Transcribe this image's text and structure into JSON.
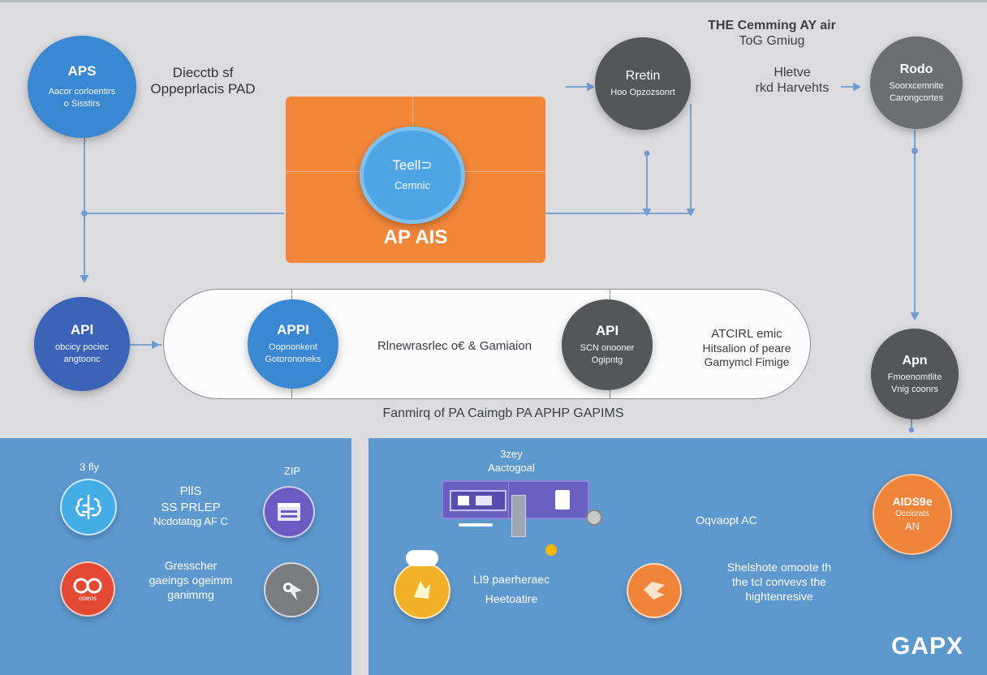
{
  "title": {
    "line1": "THE  Cemming AY air",
    "line2": "ToG Gmiug"
  },
  "top_left_label": {
    "line1": "Diecctb sf",
    "line2": "Oppeprlacis PAD"
  },
  "right_label": {
    "line1": "Hletve",
    "line2": "rkd Harvehts"
  },
  "nodes": {
    "aps": {
      "title": "APS",
      "sub1": "Aacor corloentirs",
      "sub2": "o Sisstirs",
      "color": "#3a87d2"
    },
    "center": {
      "title": "Teell⊃",
      "sub": "Cemnic",
      "caption": "AP AIS",
      "box_color": "#f2873a",
      "circle_color": "#4ea5e3"
    },
    "rretin": {
      "title": "Rretin",
      "sub": "Hoo Opzozsonrt",
      "color": "#545659"
    },
    "rodo": {
      "title": "Rodo",
      "sub1": "Soorxcemnite",
      "sub2": "Carongcortes",
      "color": "#6c6e72"
    },
    "api_left": {
      "title": "APl",
      "sub1": "obcicy pociec",
      "sub2": "angtoonc",
      "color": "#3b63b8"
    },
    "appi": {
      "title": "APPI",
      "sub1": "Oopnonkent",
      "sub2": "Gotorononeks",
      "color": "#3a87d2"
    },
    "api_dark": {
      "title": "API",
      "sub1": "SCN onooner",
      "sub2": "Ogipntg",
      "color": "#545659"
    },
    "apn": {
      "title": "Apn",
      "sub1": "Fmoenomtlite",
      "sub2": "Vnig coonrs",
      "color": "#545659"
    }
  },
  "pill": {
    "middle_text": "Rlnewrasrlec o€ & Gamiaion",
    "right_line1": "ATCIRL emic",
    "right_line2": "Hitsalion of peare",
    "right_line3": "Gamymcl Fimige"
  },
  "subtitle": "Fanmirq of PA Caimgb PA APHP GAPIMS",
  "left_panel": {
    "label_top_left": "3 fly",
    "label_top_right": "ZIP",
    "center_line1": "PllS",
    "center_line2": "SS PRLEP",
    "center_line3": "Ncdotatqg AF C",
    "center_line4": "Gresscher",
    "center_line5": "gaeings ogeimm",
    "center_line6": "ganimmg",
    "icons": [
      "brain-icon",
      "browser-window-icon",
      "gamepad-icon",
      "rocket-icon"
    ],
    "colors": {
      "panel": "#5d99cf",
      "cyan": "#45ade6",
      "purple": "#6d5bc4",
      "red": "#e24a33",
      "grey": "#7a7c80"
    }
  },
  "right_panel": {
    "label_top1": "3zey",
    "label_top2": "Aactogoal",
    "mid_line1": "LI9 paerheraec",
    "mid_line2": "Heetoatire",
    "callout": "Oqvaopt AC",
    "desc_line1": "Shelshote omoote th",
    "desc_line2": "the tcl convevs the",
    "desc_line3": "hightenresive",
    "orange_node": {
      "title": "AIDS9e",
      "sub1": "Occicrats",
      "sub2": "AN",
      "color": "#f0843a"
    },
    "icons": [
      "desktop-computer-icon",
      "coin-icon",
      "diamond-logo-icon",
      "knob-icon",
      "lightbulb-icon"
    ]
  },
  "logo": "GAPX"
}
